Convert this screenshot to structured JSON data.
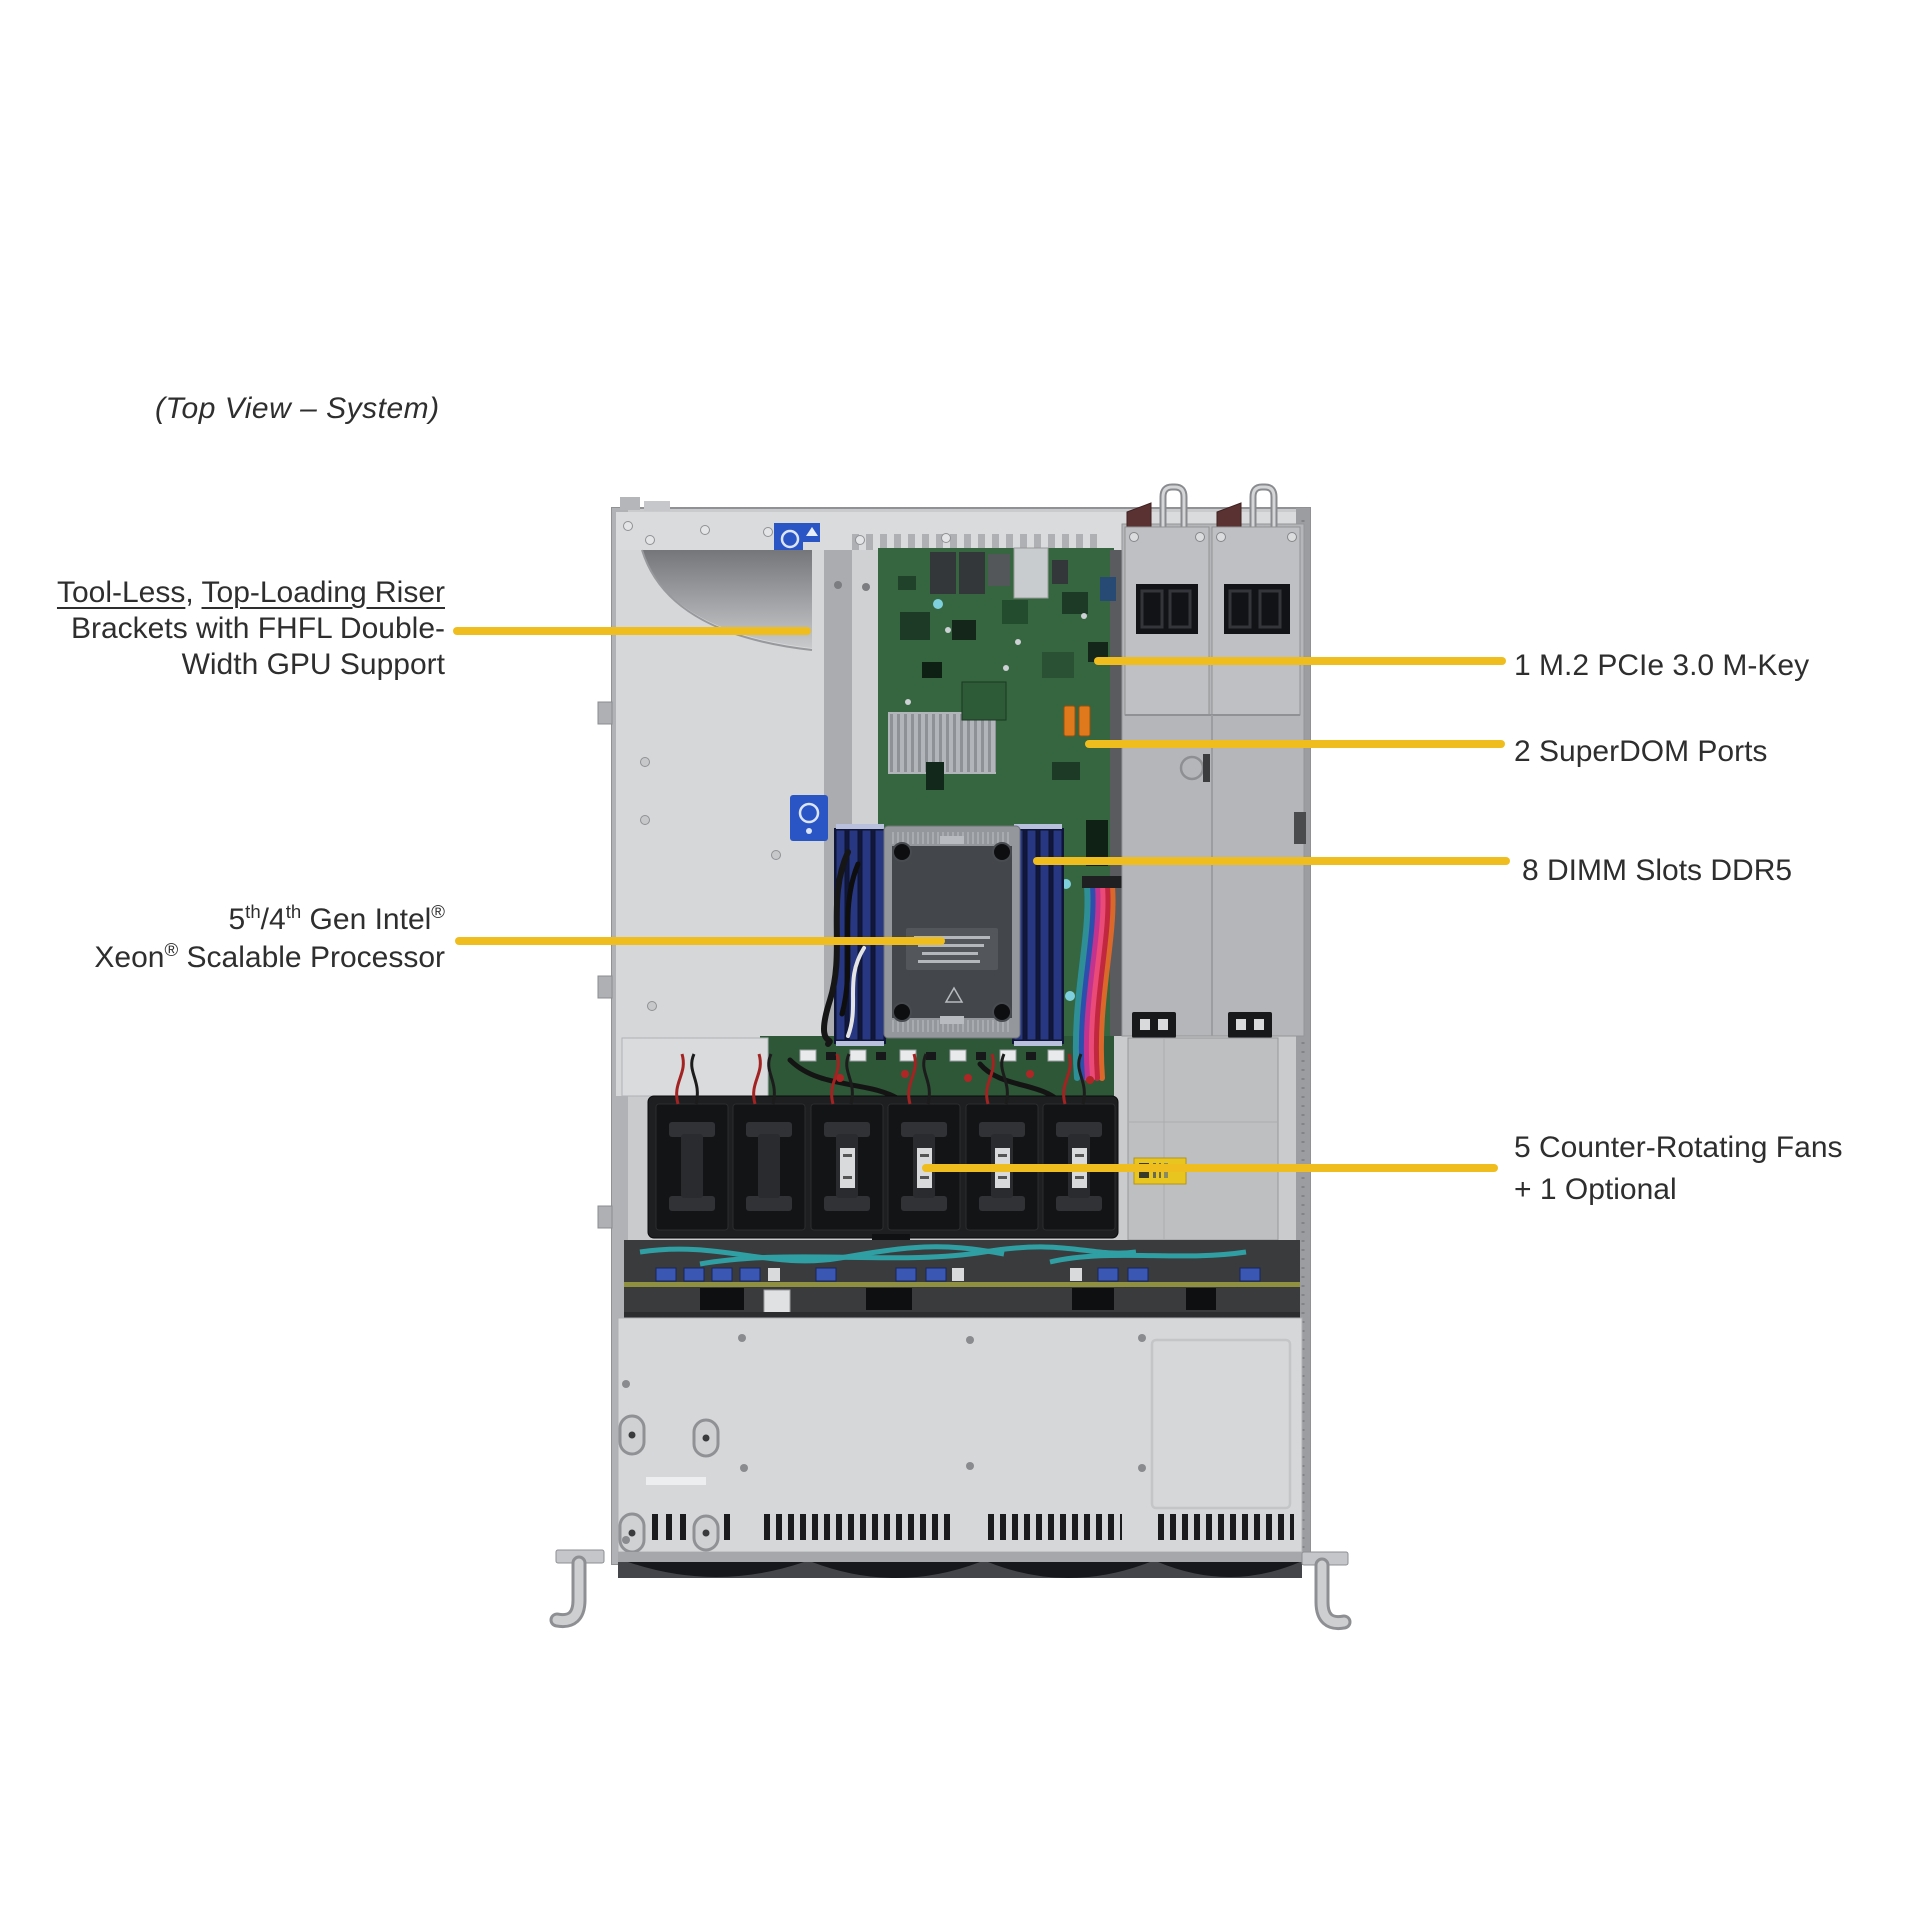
{
  "title": "(Top View – System)",
  "accent_color": "#EFBE1E",
  "text_color": "#2e2e2e",
  "callouts": {
    "riser": {
      "underlined_1": "Tool-Less",
      "separator": ", ",
      "underlined_2": "Top-Loading Riser",
      "line_2": "Brackets with FHFL Double-",
      "line_3": "Width GPU Support"
    },
    "cpu": {
      "gen_a": "5",
      "sup_a": "th",
      "gen_b": "/4",
      "sup_b": "th",
      "gen_c": " Gen Intel",
      "sup_c": "®",
      "brand": "Xeon",
      "sup_d": "®",
      "rest": " Scalable Processor"
    },
    "m2": "1 M.2 PCIe 3.0 M-Key",
    "superdom": "2 SuperDOM Ports",
    "dimm": "8 DIMM Slots DDR5",
    "fans_line_1": "5 Counter-Rotating Fans",
    "fans_line_2": "+ 1 Optional"
  }
}
